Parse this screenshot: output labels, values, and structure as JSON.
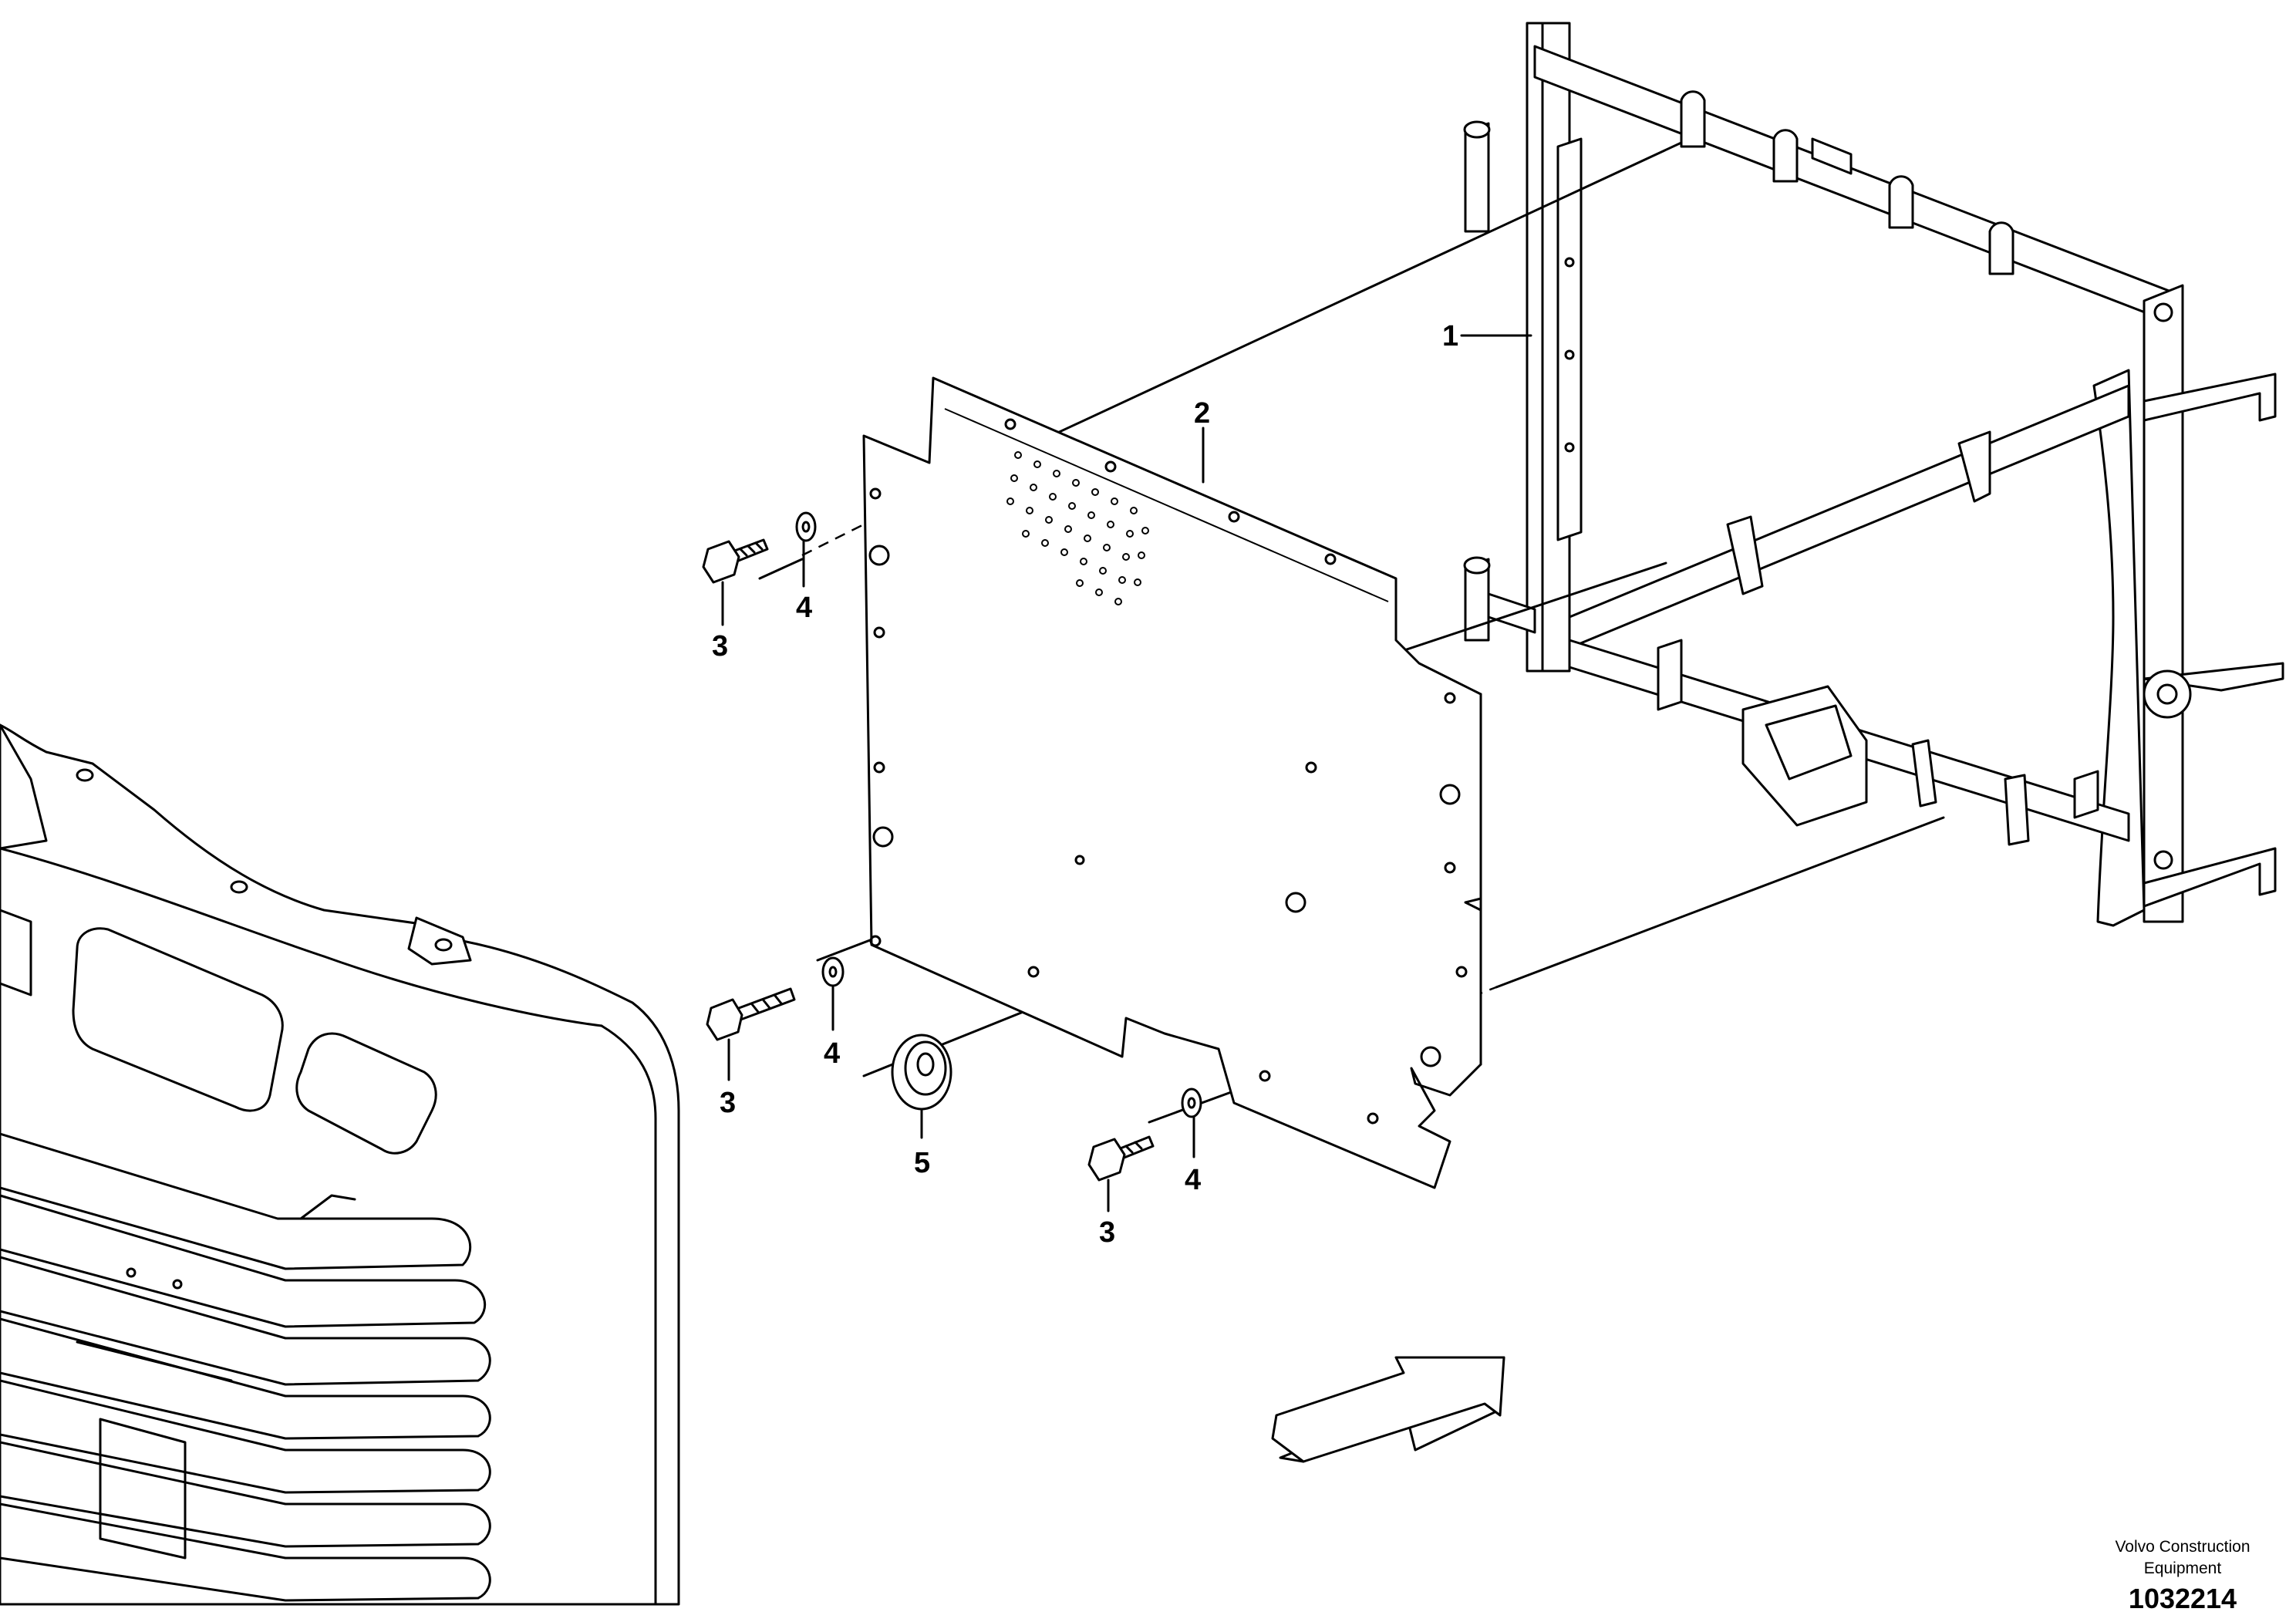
{
  "callouts": {
    "c1": "1",
    "c2": "2",
    "c3a": "3",
    "c3b": "3",
    "c3c": "3",
    "c4a": "4",
    "c4b": "4",
    "c4c": "4",
    "c5": "5"
  },
  "footer": {
    "brand_line1": "Volvo Construction",
    "brand_line2": "Equipment",
    "drawing_number": "1032214"
  },
  "direction_indicator": "arrow-icon"
}
